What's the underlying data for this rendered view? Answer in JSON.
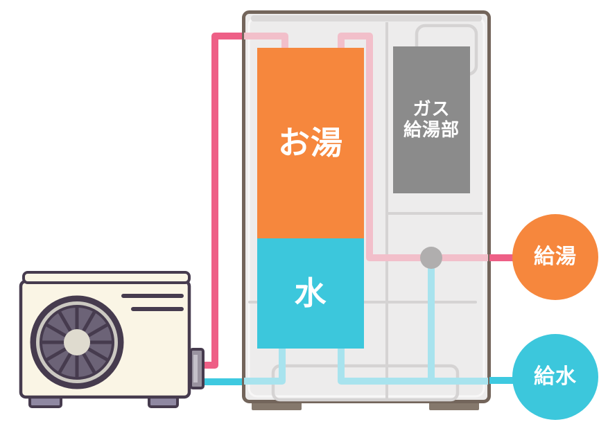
{
  "diagram_title": "hybrid-heat-pump-gas-water-heater-system",
  "labels": {
    "tank_hot": "お湯",
    "tank_cold": "水",
    "gas_line1": "ガス",
    "gas_line2": "給湯部",
    "outlet_hot": "給湯",
    "outlet_cold": "給水"
  },
  "colors": {
    "hot": "#F6873D",
    "cold": "#3CC7DC",
    "gas": "#8B8B8B",
    "pipe_hot": "#EE5F86",
    "pipe_hot_inner": "#F2BFCA",
    "pipe_cold": "#3EC9E0",
    "pipe_cold_inner": "#A8E3EE",
    "cabinet_fill": "#EDECEC",
    "cabinet_border": "#73655B",
    "cabinet_inner_highlight": "#F8F7F7",
    "cabinet_top_band": "#DBD9D9",
    "panel_line": "#D5D3D3",
    "junction": "#B0AEAE",
    "tank_feet": "#85786C",
    "unit_outline": "#463B4E",
    "unit_body": "#FAF5E5",
    "fan_blades": "#6C6377",
    "fan_ring": "#CCC9C2",
    "fan_hub": "#DFDBCF",
    "unit_feet": "#8F88A2",
    "connector": "#9A93A0",
    "connector_stripe": "#C4C0C9"
  }
}
